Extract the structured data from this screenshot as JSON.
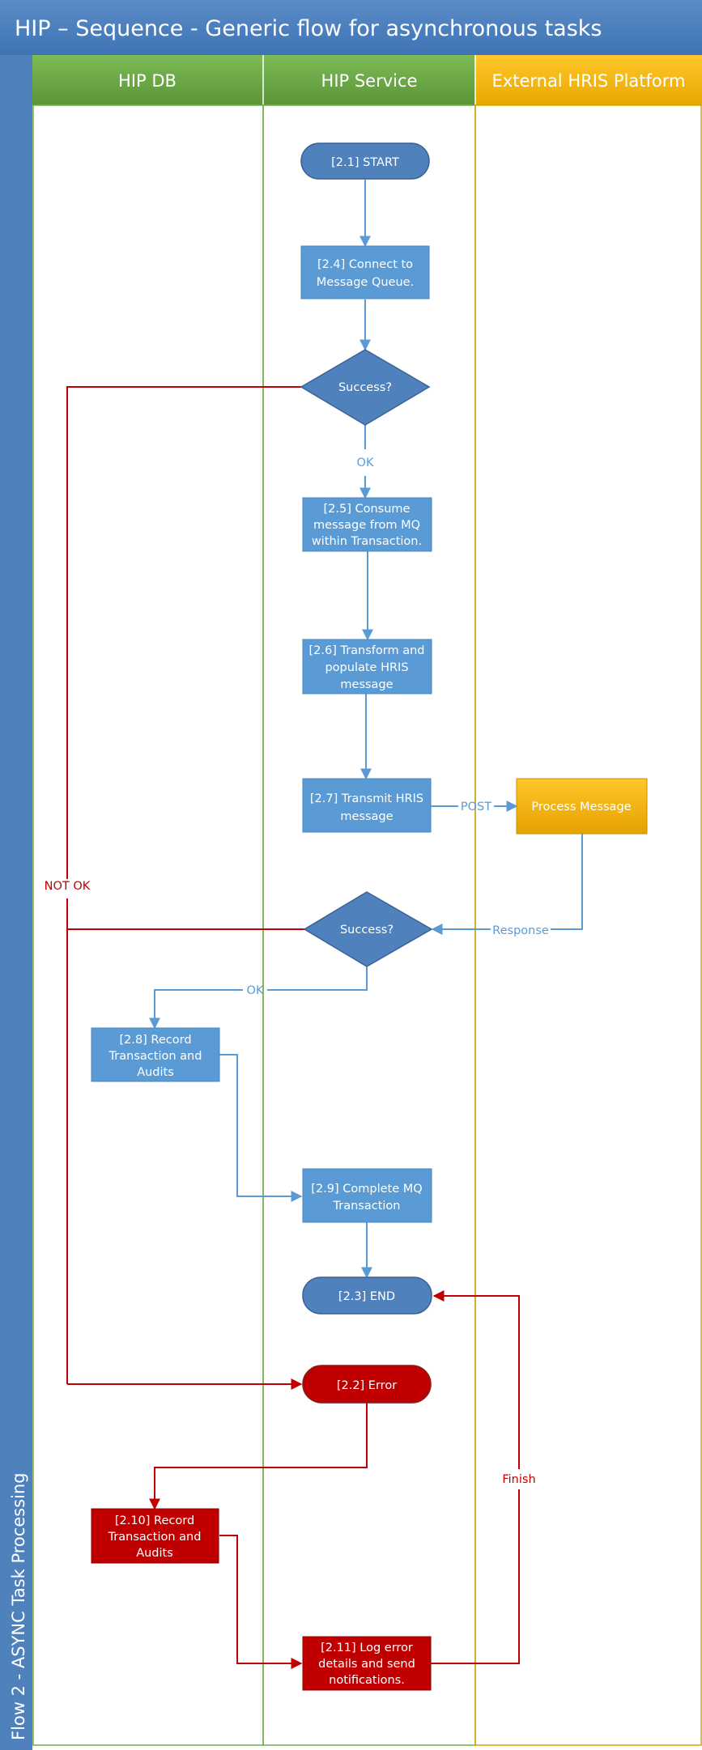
{
  "title": "HIP – Sequence - Generic flow for asynchronous tasks",
  "pool_label": "Flow 2 - ASYNC Task Processing",
  "lanes": [
    "HIP DB",
    "HIP Service",
    "External HRIS Platform"
  ],
  "nodes": {
    "start": "[2.1] START",
    "connect": [
      "[2.4] Connect to",
      "Message Queue."
    ],
    "success1": "Success?",
    "consume": [
      "[2.5] Consume",
      "message from MQ",
      "within Transaction."
    ],
    "transform": [
      "[2.6] Transform and",
      "populate HRIS",
      "message"
    ],
    "transmit": [
      "[2.7] Transmit HRIS",
      "message"
    ],
    "process": "Process Message",
    "success2": "Success?",
    "record_ok": [
      "[2.8] Record",
      "Transaction and",
      "Audits"
    ],
    "complete": [
      "[2.9] Complete MQ",
      "Transaction"
    ],
    "end": "[2.3] END",
    "error": "[2.2] Error",
    "record_err": [
      "[2.10] Record",
      "Transaction and",
      "Audits"
    ],
    "log": [
      "[2.11] Log error",
      "details and send",
      "notifications."
    ]
  },
  "edge_labels": {
    "ok1": "OK",
    "post": "POST",
    "response": "Response",
    "ok2": "OK",
    "not_ok": "NOT OK",
    "finish": "Finish"
  },
  "colors": {
    "title_bar": "#4f81bd",
    "lane_green": "#70ad47",
    "lane_orange": "#ffc000",
    "node_blue": "#5b9bd5",
    "node_dark_blue": "#4f81bd",
    "node_red": "#c00000",
    "line_red": "#c00000"
  }
}
